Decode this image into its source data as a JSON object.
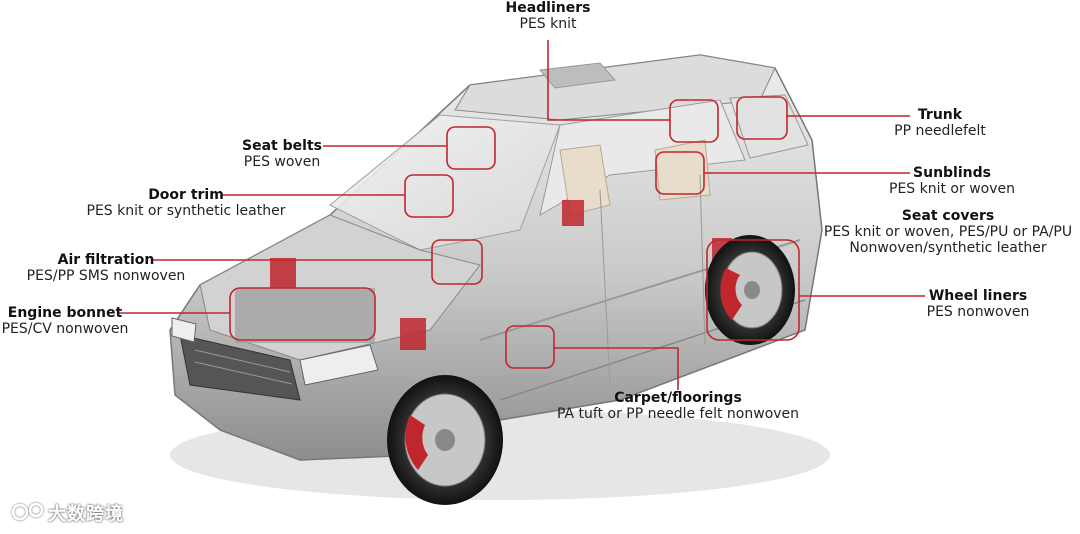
{
  "accent_color": "#c0272d",
  "components": [
    {
      "id": "headliners",
      "title": "Headliners",
      "material": "PES knit"
    },
    {
      "id": "seat-belts",
      "title": "Seat belts",
      "material": "PES woven"
    },
    {
      "id": "door-trim",
      "title": "Door trim",
      "material": "PES knit or synthetic leather"
    },
    {
      "id": "air-filtration",
      "title": "Air filtration",
      "material": "PES/PP SMS nonwoven"
    },
    {
      "id": "engine-bonnet",
      "title": "Engine bonnet",
      "material": "PES/CV nonwoven"
    },
    {
      "id": "trunk",
      "title": "Trunk",
      "material": "PP needlefelt"
    },
    {
      "id": "sunblinds",
      "title": "Sunblinds",
      "material": "PES knit or woven"
    },
    {
      "id": "seat-covers",
      "title": "Seat covers",
      "material": "PES knit or woven, PES/PU or PA/PU",
      "material2": "Nonwoven/synthetic leather"
    },
    {
      "id": "wheel-liners",
      "title": "Wheel liners",
      "material": "PES nonwoven"
    },
    {
      "id": "carpet",
      "title": "Carpet/floorings",
      "material": "PA tuft or PP needle felt nonwoven"
    }
  ],
  "watermark": "大数跨境"
}
